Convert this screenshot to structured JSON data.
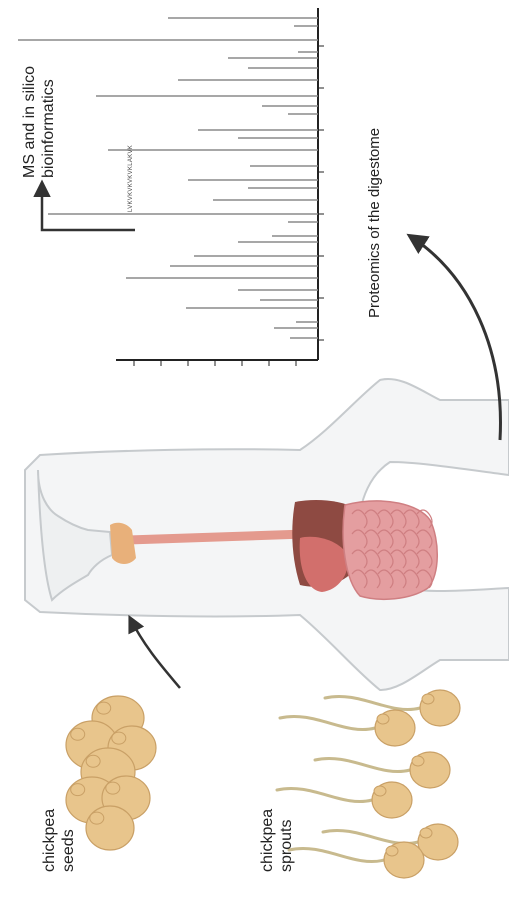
{
  "labels": {
    "chickpea_seeds": [
      "chickpea",
      "seeds"
    ],
    "chickpea_sprouts": [
      "chickpea",
      "sprouts"
    ],
    "ms_bioinformatics": [
      "MS and in silico",
      "bioinformatics"
    ],
    "proteomics": "Proteomics of the digestome",
    "peptide_sequence": "LVKVKVKVKVKLAKVK"
  },
  "colors": {
    "seed_fill": "#e8c58c",
    "seed_stroke": "#c9a066",
    "sprout_stem": "#c8ba8e",
    "body_outline": "#c6cacd",
    "body_fill": "#f4f5f6",
    "intestine": "#e49ea0",
    "liver": "#8e4a42",
    "stomach": "#d26f6c",
    "esophagus": "#e49a8e",
    "mouth": "#e8b07a",
    "arrow": "#333333",
    "spectrum_line": "#8a8a8a",
    "axis": "#222222"
  },
  "icons": [
    "seed-icon",
    "sprout-icon",
    "human-body-icon",
    "mass-spectrum-icon",
    "curved-arrow-icon"
  ]
}
